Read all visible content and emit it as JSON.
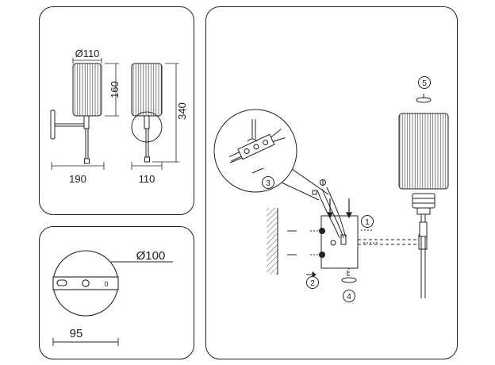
{
  "dimensions": {
    "shade_diameter": "Ø110",
    "shade_height": "160",
    "total_height": "340",
    "projection": "190",
    "front_width": "110"
  },
  "mount": {
    "plate_diameter": "Ø100",
    "slot_spacing": "95",
    "slot_mark": "0"
  },
  "assembly": {
    "steps": [
      "1",
      "2",
      "3",
      "4",
      "5"
    ]
  }
}
